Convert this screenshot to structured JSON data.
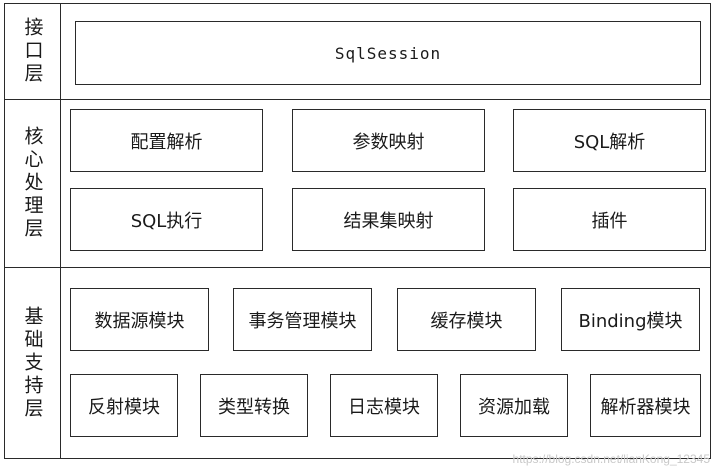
{
  "layers": {
    "interface": {
      "label": "接口层",
      "items": [
        "SqlSession"
      ]
    },
    "core": {
      "label": "核心处理层",
      "items": [
        "配置解析",
        "参数映射",
        "SQL解析",
        "SQL执行",
        "结果集映射",
        "插件"
      ]
    },
    "support": {
      "label": "基础支持层",
      "items": [
        "数据源模块",
        "事务管理模块",
        "缓存模块",
        "Binding模块",
        "反射模块",
        "类型转换",
        "日志模块",
        "资源加载",
        "解析器模块"
      ]
    }
  },
  "watermark": "https://blog.csdn.net/lianKong_12345"
}
